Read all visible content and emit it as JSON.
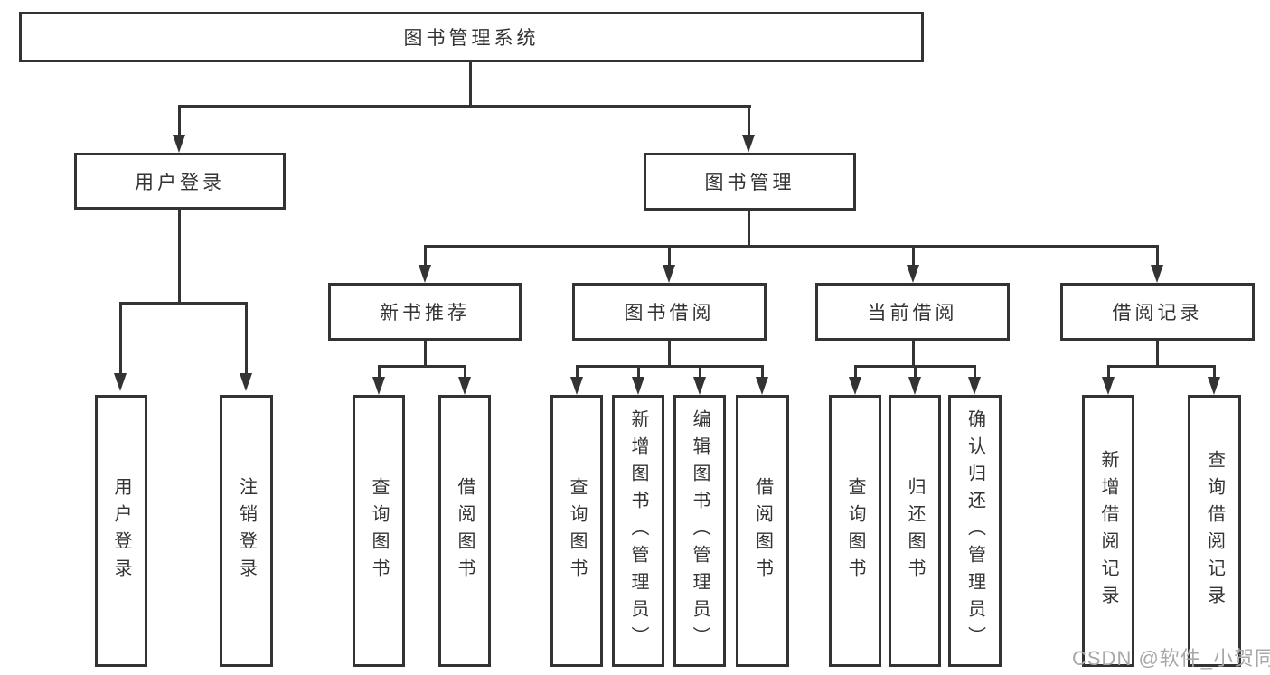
{
  "diagram_title": "图书管理系统",
  "nodes": {
    "root": "图书管理系统",
    "user_login": "用户登录",
    "book_mgmt": "图书管理",
    "new_book_rec": "新书推荐",
    "book_borrow": "图书借阅",
    "current_borrow": "当前借阅",
    "borrow_record": "借阅记录",
    "leaf_user_login": "用户登录",
    "leaf_logout": "注销登录",
    "leaf_query_book_a": "查询图书",
    "leaf_borrow_book_a": "借阅图书",
    "leaf_query_book_b": "查询图书",
    "leaf_add_book_admin": "新增图书（管理员）",
    "leaf_edit_book_admin": "编辑图书（管理员）",
    "leaf_borrow_book_b": "借阅图书",
    "leaf_query_book_c": "查询图书",
    "leaf_return_book": "归还图书",
    "leaf_confirm_return_admin": "确认归还（管理员）",
    "leaf_add_borrow_record": "新增借阅记录",
    "leaf_query_borrow_record": "查询借阅记录"
  },
  "watermark": "CSDN @软件_小贺同学",
  "colors": {
    "line": "#333333",
    "text": "#333333",
    "background": "#ffffff",
    "watermark": "#a8a8a8"
  }
}
